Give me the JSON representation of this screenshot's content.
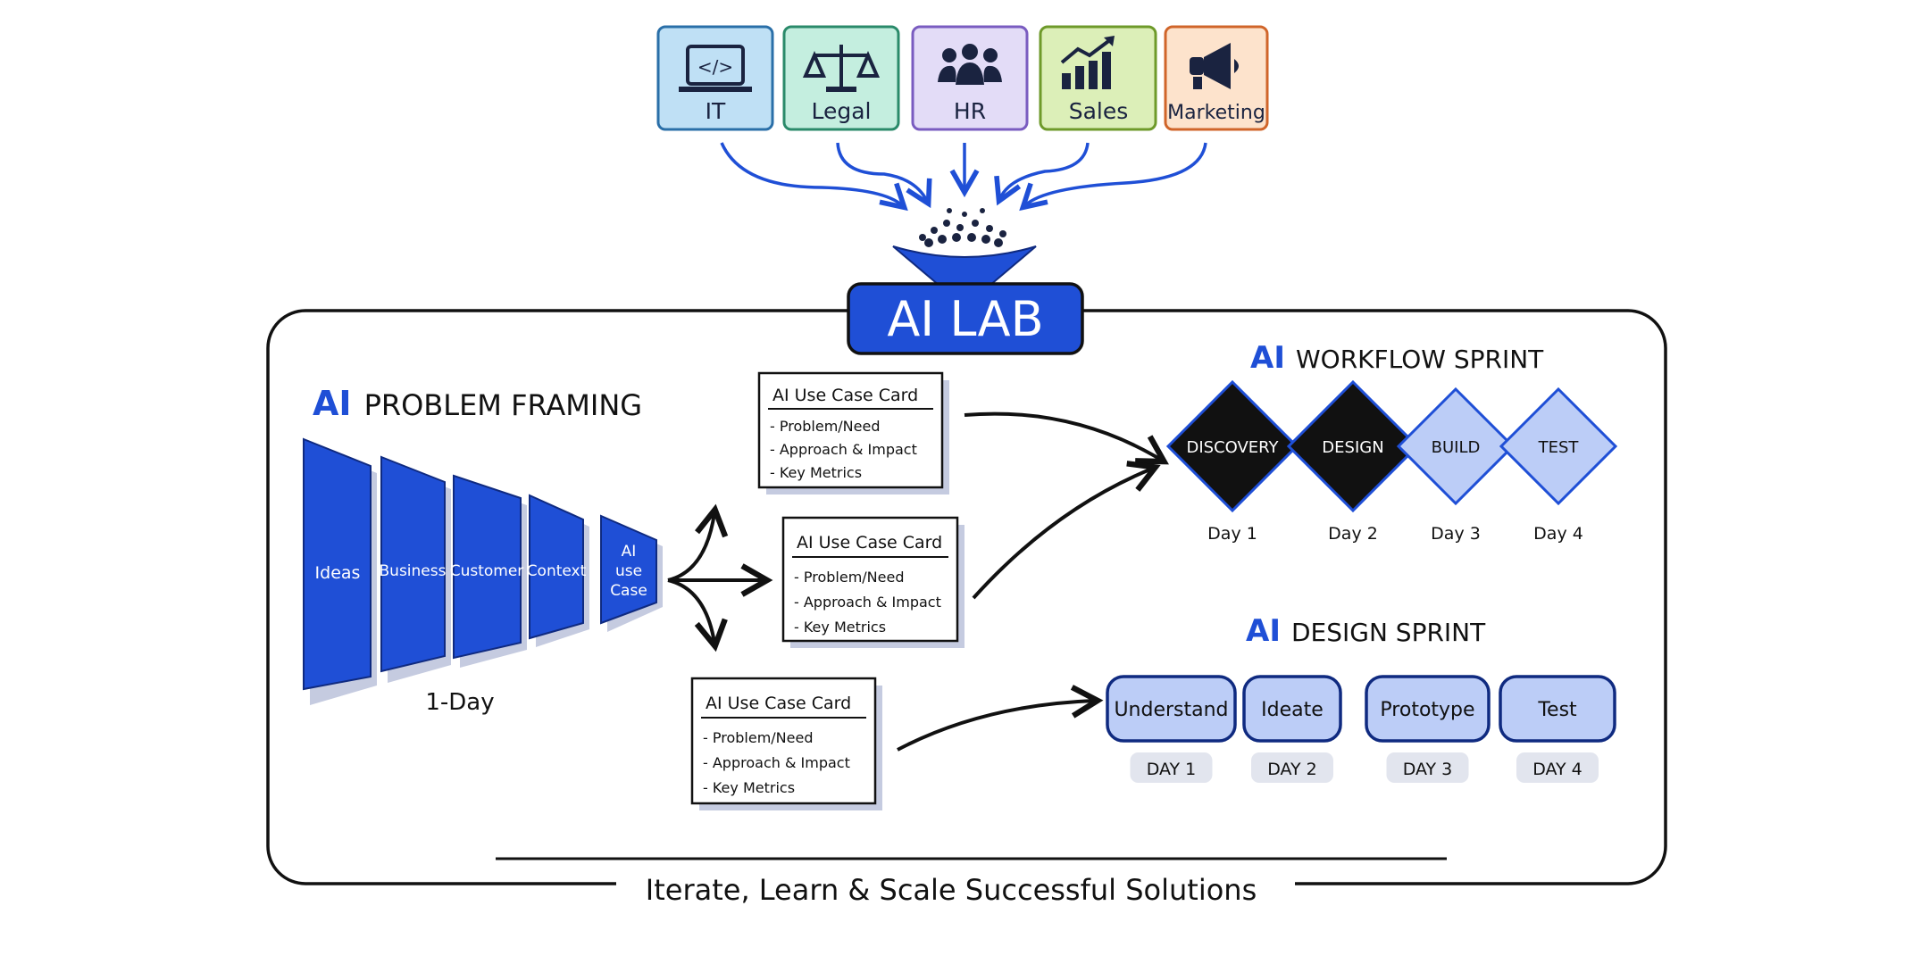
{
  "departments": [
    {
      "label": "IT",
      "icon": "laptop-code-icon",
      "fill": "#bfe0f5",
      "stroke": "#2a6fa8"
    },
    {
      "label": "Legal",
      "icon": "scales-icon",
      "fill": "#c4eedf",
      "stroke": "#2a8a6a"
    },
    {
      "label": "HR",
      "icon": "people-icon",
      "fill": "#e3dcf7",
      "stroke": "#7a5cc0"
    },
    {
      "label": "Sales",
      "icon": "chart-growth-icon",
      "fill": "#dcefb8",
      "stroke": "#6e9a2a"
    },
    {
      "label": "Marketing",
      "icon": "megaphone-icon",
      "fill": "#fde3cc",
      "stroke": "#d0652a"
    }
  ],
  "hub": {
    "label": "AI LAB",
    "color": "#1f4fd6"
  },
  "problem_framing": {
    "ai": "AI",
    "title": "PROBLEM FRAMING",
    "panels": [
      "Ideas",
      "Business",
      "Customer",
      "Context",
      "AI use Case"
    ],
    "duration": "1-Day"
  },
  "use_case_card": {
    "title": "AI Use Case Card",
    "items": [
      "- Problem/Need",
      "- Approach & Impact",
      "- Key Metrics"
    ]
  },
  "workflow_sprint": {
    "ai": "AI",
    "title": "WORKFLOW SPRINT",
    "steps": [
      {
        "label": "DISCOVERY",
        "day": "Day 1",
        "state": "done"
      },
      {
        "label": "DESIGN",
        "day": "Day 2",
        "state": "done"
      },
      {
        "label": "BUILD",
        "day": "Day 3",
        "state": "todo"
      },
      {
        "label": "TEST",
        "day": "Day 4",
        "state": "todo"
      }
    ]
  },
  "design_sprint": {
    "ai": "AI",
    "title": "DESIGN SPRINT",
    "steps": [
      {
        "label": "Understand",
        "day": "DAY 1"
      },
      {
        "label": "Ideate",
        "day": "DAY 2"
      },
      {
        "label": "Prototype",
        "day": "DAY 3"
      },
      {
        "label": "Test",
        "day": "DAY 4"
      }
    ]
  },
  "footer": "Iterate, Learn & Scale Successful Solutions",
  "colors": {
    "accent": "#1f4fd6",
    "light_blue": "#bccdf7",
    "ink": "#111111",
    "pill": "#e2e5ee"
  }
}
